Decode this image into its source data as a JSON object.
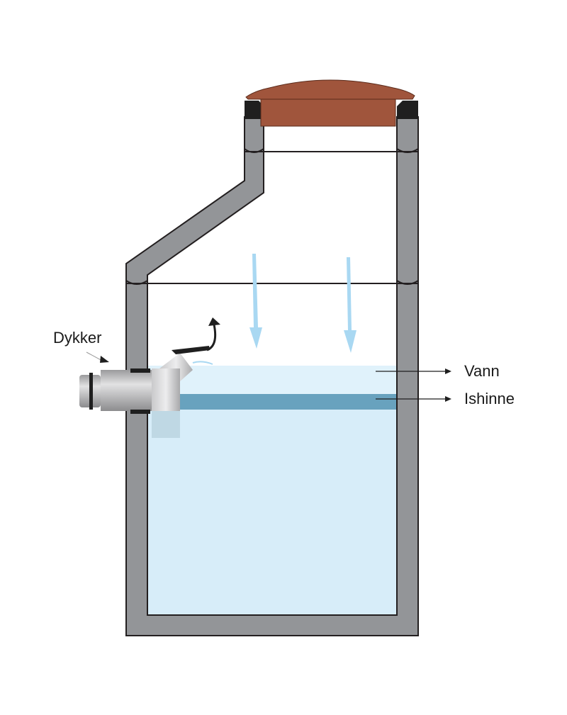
{
  "labels": {
    "dykker": "Dykker",
    "vann": "Vann",
    "ishinne": "Ishinne"
  },
  "colors": {
    "wall": "#939598",
    "lid": "#a0553c",
    "water": "#d7edf9",
    "ice": "#68a2be",
    "flow_arrow": "#a9d8f2"
  }
}
